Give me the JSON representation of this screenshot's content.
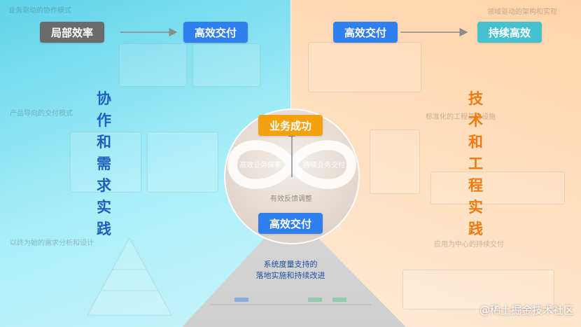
{
  "top_left": {
    "section_title": "业务驱动的协作模式",
    "pill_from": "局部效率",
    "pill_to": "高效交付"
  },
  "top_right": {
    "section_title": "领域驱动的架构和实现",
    "pill_from": "高效交付",
    "pill_to": "持续高效"
  },
  "left_panel": {
    "heading_product": "产品导向的交付模式",
    "heading_requirements": "以终为始的需求分析和设计",
    "vertical_title": [
      "协",
      "作",
      "和",
      "需",
      "求",
      "实",
      "践"
    ]
  },
  "right_panel": {
    "heading_infra": "标准化的工程基础设施",
    "heading_delivery": "应用为中心的持续交付",
    "vertical_title": [
      "技",
      "术",
      "和",
      "工",
      "程",
      "实",
      "践"
    ]
  },
  "center": {
    "top_pill": "业务成功",
    "left_loop": "高效业务探索",
    "right_loop": "持续业务交付",
    "bottom_loop": "有效反馈调整",
    "bottom_pill": "高效交付"
  },
  "triangle": {
    "text_line1": "系统度量支持的",
    "text_line2": "落地实施和持续改进"
  },
  "watermark": "@稀土掘金技术社区",
  "colors": {
    "cyan_quadrant": "#5fd3ea",
    "orange_quadrant": "#ffd3a9",
    "gray_pill": "#6b6b6b",
    "blue_pill": "#2f7ff0",
    "teal_pill": "#44c2cf",
    "orange_pill": "#f5a00d",
    "left_title": "#1f5fbf",
    "right_title": "#f07a10"
  }
}
